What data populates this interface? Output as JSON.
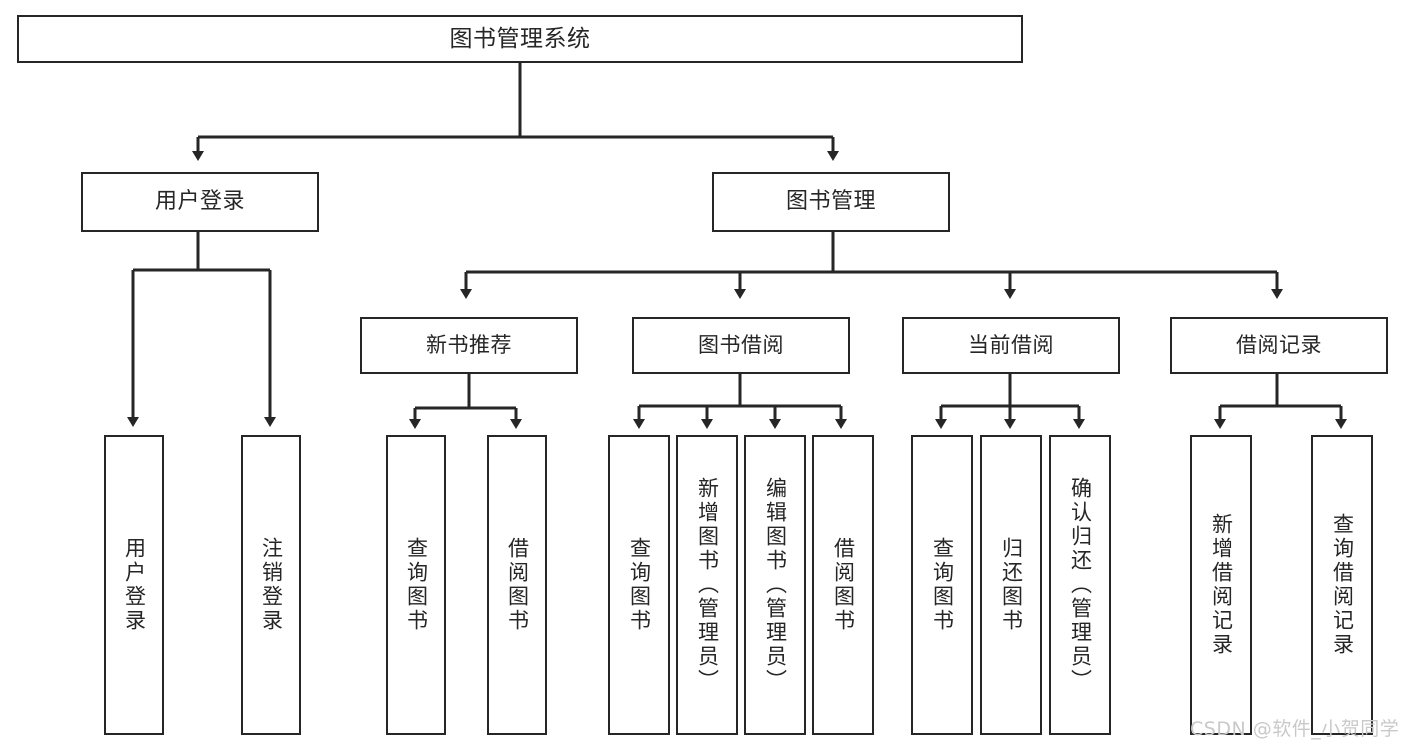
{
  "diagram": {
    "title": "图书管理系统",
    "type": "tree-hierarchy",
    "watermark": "CSDN @软件_小贺同学",
    "colors": {
      "stroke": "#262626",
      "fill": "#ffffff",
      "text": "#262626",
      "watermark": "#c9c9c9"
    },
    "nodes": {
      "root": {
        "label": "图书管理系统"
      },
      "level2": [
        {
          "id": "user-login",
          "label": "用户登录"
        },
        {
          "id": "book-manage",
          "label": "图书管理"
        }
      ],
      "level3": [
        {
          "id": "new-book-recommend",
          "label": "新书推荐"
        },
        {
          "id": "book-borrow",
          "label": "图书借阅"
        },
        {
          "id": "current-borrow",
          "label": "当前借阅"
        },
        {
          "id": "borrow-record",
          "label": "借阅记录"
        }
      ],
      "leaves": {
        "user_login": [
          {
            "id": "leaf-user-login",
            "label": "用户登录"
          },
          {
            "id": "leaf-logout",
            "label": "注销登录"
          }
        ],
        "new_book_recommend": [
          {
            "id": "leaf-query-book-1",
            "label": "查询图书"
          },
          {
            "id": "leaf-borrow-book-1",
            "label": "借阅图书"
          }
        ],
        "book_borrow": [
          {
            "id": "leaf-query-book-2",
            "label": "查询图书"
          },
          {
            "id": "leaf-add-book",
            "label": "新增图书（管理员）"
          },
          {
            "id": "leaf-edit-book",
            "label": "编辑图书（管理员）"
          },
          {
            "id": "leaf-borrow-book-2",
            "label": "借阅图书"
          }
        ],
        "current_borrow": [
          {
            "id": "leaf-query-book-3",
            "label": "查询图书"
          },
          {
            "id": "leaf-return-book",
            "label": "归还图书"
          },
          {
            "id": "leaf-confirm-return",
            "label": "确认归还（管理员）"
          }
        ],
        "borrow_record": [
          {
            "id": "leaf-add-record",
            "label": "新增借阅记录"
          },
          {
            "id": "leaf-query-record",
            "label": "查询借阅记录"
          }
        ]
      }
    }
  }
}
